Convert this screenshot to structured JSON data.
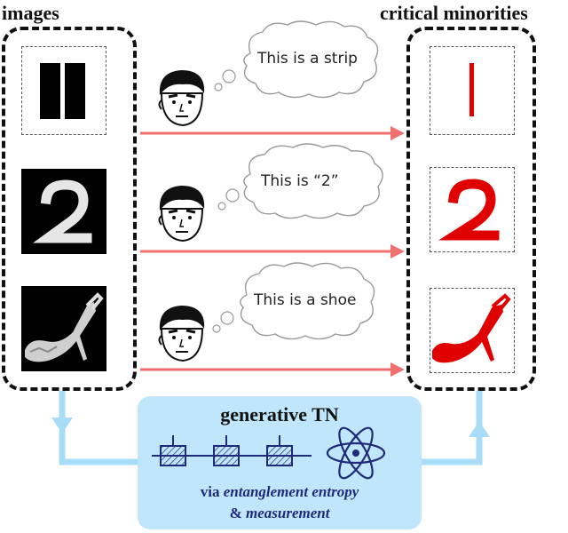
{
  "left_panel": {
    "title": "images"
  },
  "right_panel": {
    "title": "critical minorities"
  },
  "rows": [
    {
      "thought": "This is a strip",
      "image": "strip-image",
      "minority": "strip-minority"
    },
    {
      "thought": "This is “2”",
      "image": "digit-two-image",
      "minority": "digit-two-minority"
    },
    {
      "thought": "This is a shoe",
      "image": "shoe-image",
      "minority": "shoe-minority"
    }
  ],
  "tn": {
    "title": "generative TN",
    "sub_prefix": "via ",
    "sub_italic_1": "entanglement entropy",
    "sub_line2_prefix": "& ",
    "sub_italic_2": "measurement"
  },
  "colors": {
    "arrow": "#f07070",
    "minority_red": "#e00000",
    "flow_blue": "#a8dcf7",
    "tn_box": "#bfe6fb",
    "tn_text": "#1f2a7a"
  }
}
